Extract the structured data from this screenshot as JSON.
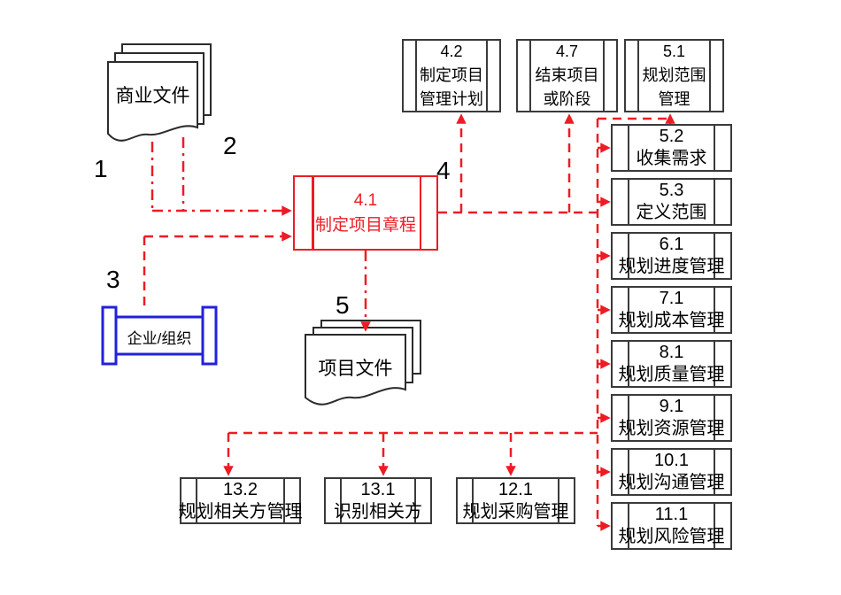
{
  "colors": {
    "red": "#ed1c24",
    "blue": "#2121dd",
    "ink": "#3a3a3a"
  },
  "flow_numbers": {
    "n1": "1",
    "n2": "2",
    "n3": "3",
    "n4": "4",
    "n5": "5"
  },
  "shapes": {
    "business_docs": "商业文件",
    "project_docs": "项目文件",
    "enterprise": "企业/组织"
  },
  "process_box": {
    "id": "4.1",
    "name": "制定项目章程"
  },
  "top_boxes": [
    {
      "id": "4.2",
      "line1": "制定项目",
      "line2": "管理计划"
    },
    {
      "id": "4.7",
      "line1": "结束项目",
      "line2": "或阶段"
    },
    {
      "id": "5.1",
      "line1": "规划范围",
      "line2": "管理"
    }
  ],
  "right_boxes": [
    {
      "id": "5.2",
      "name": "收集需求"
    },
    {
      "id": "5.3",
      "name": "定义范围"
    },
    {
      "id": "6.1",
      "name": "规划进度管理"
    },
    {
      "id": "7.1",
      "name": "规划成本管理"
    },
    {
      "id": "8.1",
      "name": "规划质量管理"
    },
    {
      "id": "9.1",
      "name": "规划资源管理"
    },
    {
      "id": "10.1",
      "name": "规划沟通管理"
    },
    {
      "id": "11.1",
      "name": "规划风险管理"
    }
  ],
  "bottom_boxes": [
    {
      "id": "13.2",
      "name": "规划相关方管理"
    },
    {
      "id": "13.1",
      "name": "识别相关方"
    },
    {
      "id": "12.1",
      "name": "规划采购管理"
    }
  ]
}
